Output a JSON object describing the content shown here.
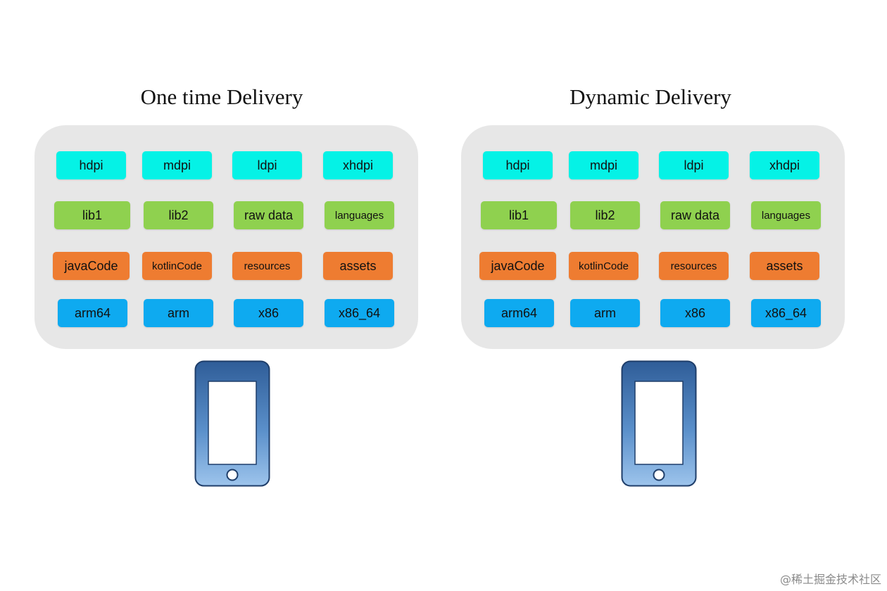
{
  "panels": [
    {
      "title": "One time Delivery",
      "rows": [
        {
          "color": "#05f2e6",
          "items": [
            "hdpi",
            "mdpi",
            "ldpi",
            "xhdpi"
          ]
        },
        {
          "color": "#8fd14f",
          "items": [
            "lib1",
            "lib2",
            "raw data",
            "languages"
          ]
        },
        {
          "color": "#ee7c31",
          "items": [
            "javaCode",
            "kotlinCode",
            "resources",
            "assets"
          ]
        },
        {
          "color": "#0eaaf0",
          "items": [
            "arm64",
            "arm",
            "x86",
            "x86_64"
          ]
        }
      ]
    },
    {
      "title": "Dynamic Delivery",
      "rows": [
        {
          "color": "#05f2e6",
          "items": [
            "hdpi",
            "mdpi",
            "ldpi",
            "xhdpi"
          ]
        },
        {
          "color": "#8fd14f",
          "items": [
            "lib1",
            "lib2",
            "raw data",
            "languages"
          ]
        },
        {
          "color": "#ee7c31",
          "items": [
            "javaCode",
            "kotlinCode",
            "resources",
            "assets"
          ]
        },
        {
          "color": "#0eaaf0",
          "items": [
            "arm64",
            "arm",
            "x86",
            "x86_64"
          ]
        }
      ]
    }
  ],
  "phone_icon": "smartphone-icon",
  "watermark": "@稀土掘金技术社区"
}
